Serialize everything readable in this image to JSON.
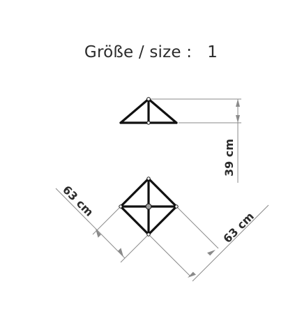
{
  "title": {
    "label": "Größe / size :",
    "size_value": "1"
  },
  "dimensions": {
    "height": "39 cm",
    "side_left": "63 cm",
    "side_right": "63 cm"
  },
  "colors": {
    "frame": "#111111",
    "dimension_line": "#8a8a8a",
    "text": "#2b2b2b",
    "hub": "#9a9a9a"
  }
}
